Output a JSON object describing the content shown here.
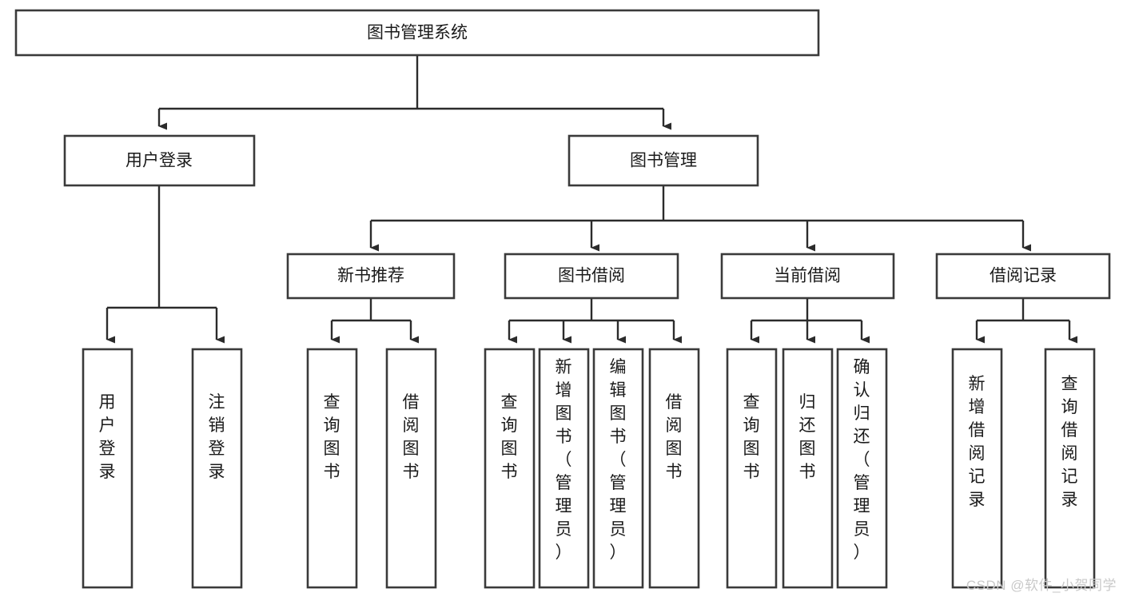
{
  "diagram": {
    "type": "tree-flowchart",
    "orientation": "top-down",
    "root": {
      "id": "root",
      "label": "图书管理系统"
    },
    "level2": [
      {
        "id": "user-login",
        "label": "用户登录"
      },
      {
        "id": "book-manage",
        "label": "图书管理"
      }
    ],
    "level3": [
      {
        "id": "new-book-rec",
        "label": "新书推荐",
        "parent": "book-manage"
      },
      {
        "id": "book-borrow",
        "label": "图书借阅",
        "parent": "book-manage"
      },
      {
        "id": "current-borrow",
        "label": "当前借阅",
        "parent": "book-manage"
      },
      {
        "id": "borrow-record",
        "label": "借阅记录",
        "parent": "book-manage"
      }
    ],
    "leaves": {
      "user-login": [
        {
          "id": "leaf-user-login",
          "label": "用户登录"
        },
        {
          "id": "leaf-logout",
          "label": "注销登录"
        }
      ],
      "new-book-rec": [
        {
          "id": "leaf-query-book-1",
          "label": "查询图书"
        },
        {
          "id": "leaf-borrow-book-1",
          "label": "借阅图书"
        }
      ],
      "book-borrow": [
        {
          "id": "leaf-query-book-2",
          "label": "查询图书"
        },
        {
          "id": "leaf-add-book",
          "label": "新增图书（管理员）"
        },
        {
          "id": "leaf-edit-book",
          "label": "编辑图书（管理员）"
        },
        {
          "id": "leaf-borrow-book-2",
          "label": "借阅图书"
        }
      ],
      "current-borrow": [
        {
          "id": "leaf-query-book-3",
          "label": "查询图书"
        },
        {
          "id": "leaf-return-book",
          "label": "归还图书"
        },
        {
          "id": "leaf-confirm-return",
          "label": "确认归还（管理员）"
        }
      ],
      "borrow-record": [
        {
          "id": "leaf-add-record",
          "label": "新增借阅记录"
        },
        {
          "id": "leaf-query-record",
          "label": "查询借阅记录"
        }
      ]
    }
  },
  "watermark": {
    "text": "CSDN @软件_小贺同学"
  },
  "colors": {
    "box_stroke": "#3a3a3a",
    "connector": "#2b2b2b",
    "box_fill": "#ffffff",
    "text": "#1a1a1a",
    "watermark": "#c9c9c9",
    "page_background": "#ffffff"
  }
}
